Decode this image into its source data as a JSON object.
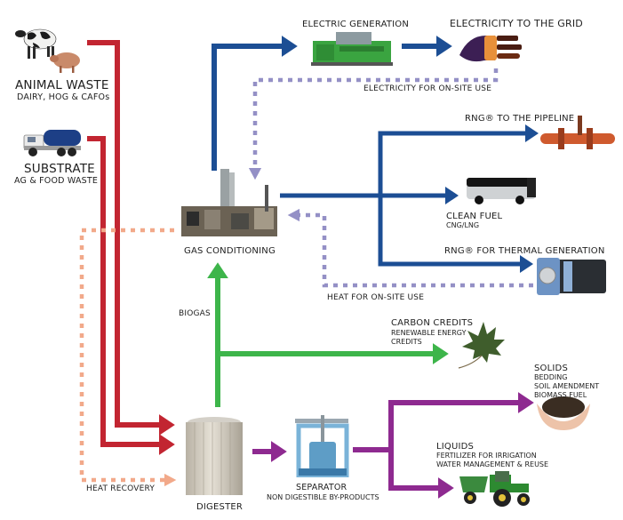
{
  "title": "Biogas / RNG process flow",
  "colors": {
    "feed": "#c22531",
    "gas_out": "#1c4e94",
    "onsite_use": "#9490c6",
    "heat_recovery": "#f2a98a",
    "biogas": "#3db54a",
    "digestate": "#8e2a90"
  },
  "inputs": {
    "animal_waste": {
      "title": "ANIMAL WASTE",
      "subtitle": "DAIRY, HOG & CAFOs",
      "icon": "cow-pig-icon"
    },
    "substrate": {
      "title": "SUBSTRATE",
      "subtitle": "AG & FOOD WASTE",
      "icon": "tanker-truck-icon"
    }
  },
  "nodes": {
    "gas_conditioning": {
      "label": "GAS CONDITIONING",
      "icon": "gas-plant-icon"
    },
    "digester": {
      "label": "DIGESTER",
      "icon": "digester-tank-icon"
    },
    "separator": {
      "label": "SEPARATOR",
      "sublabel": "NON DIGESTIBLE BY-PRODUCTS",
      "icon": "press-separator-icon"
    },
    "electric_generation": {
      "label": "ELECTRIC GENERATION",
      "icon": "generator-icon"
    },
    "electricity_grid": {
      "label": "ELECTRICITY TO THE GRID",
      "icon": "power-plug-icon"
    },
    "rng_pipeline": {
      "label": "RNG® TO THE PIPELINE",
      "icon": "pipeline-valve-icon"
    },
    "clean_fuel": {
      "label": "CLEAN FUEL",
      "sublabel": "CNG/LNG",
      "icon": "bus-icon"
    },
    "rng_thermal": {
      "label": "RNG® FOR THERMAL GENERATION",
      "icon": "boiler-icon"
    },
    "carbon_credits": {
      "label": "CARBON CREDITS",
      "sublabel_lines": [
        "RENEWABLE ENERGY",
        "CREDITS"
      ],
      "icon": "maple-leaf-icon"
    },
    "solids": {
      "label": "SOLIDS",
      "sublabel_lines": [
        "BEDDING",
        "SOIL AMENDMENT",
        "BIOMASS FUEL"
      ],
      "icon": "soil-hands-icon"
    },
    "liquids": {
      "label": "LIQUIDS",
      "sublabel_lines": [
        "FERTILIZER FOR IRRIGATION",
        "WATER MANAGEMENT & REUSE"
      ],
      "icon": "tractor-icon"
    }
  },
  "flow_labels": {
    "biogas": "BIOGAS",
    "electricity_onsite": "ELECTRICITY FOR ON-SITE USE",
    "heat_onsite": "HEAT FOR ON-SITE USE",
    "heat_recovery": "HEAT RECOVERY"
  }
}
